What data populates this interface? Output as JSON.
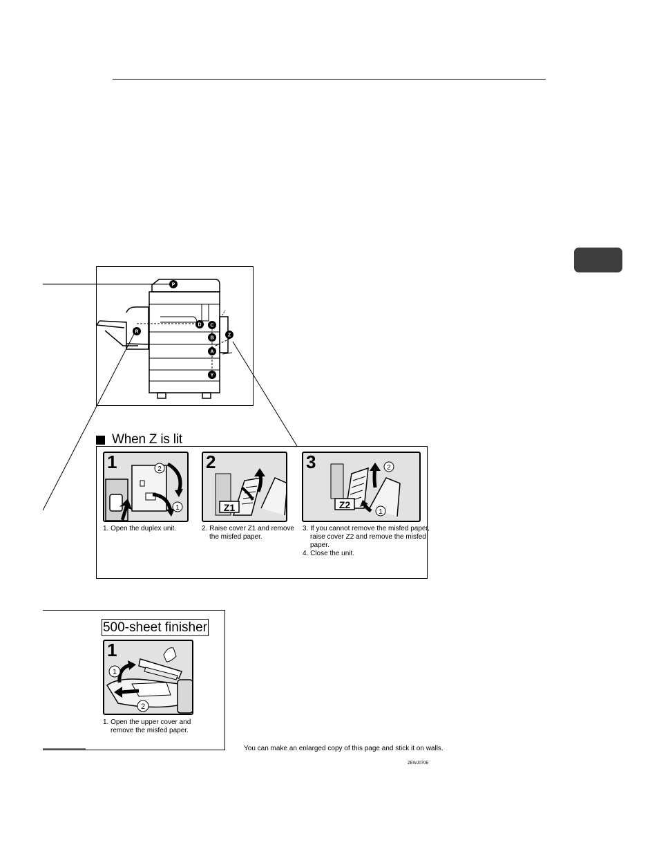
{
  "overview": {
    "labels": [
      "P",
      "D",
      "C",
      "B",
      "A",
      "Y",
      "R",
      "Z"
    ]
  },
  "z_section": {
    "heading": "When Z is lit",
    "steps": [
      {
        "number": "1",
        "lines": [
          "1. Open the duplex unit."
        ],
        "callouts": [
          "2",
          "1"
        ]
      },
      {
        "number": "2",
        "lines": [
          "2. Raise cover Z1 and remove",
          "the misfed paper."
        ],
        "tag": "Z1"
      },
      {
        "number": "3",
        "lines": [
          "3. If you cannot remove the misfed paper,",
          "raise cover Z2 and remove the misfed",
          "paper.",
          "4. Close the unit."
        ],
        "tag": "Z2",
        "callouts": [
          "2",
          "1"
        ]
      }
    ]
  },
  "finisher": {
    "label": "500-sheet finisher",
    "step_number": "1",
    "lines": [
      "1. Open the upper cover and",
      "remove the misfed paper."
    ],
    "callouts": [
      "1",
      "2"
    ]
  },
  "footer": {
    "note": "You can make an enlarged copy of this page and stick it on walls.",
    "code": "ZEWJ070E"
  }
}
